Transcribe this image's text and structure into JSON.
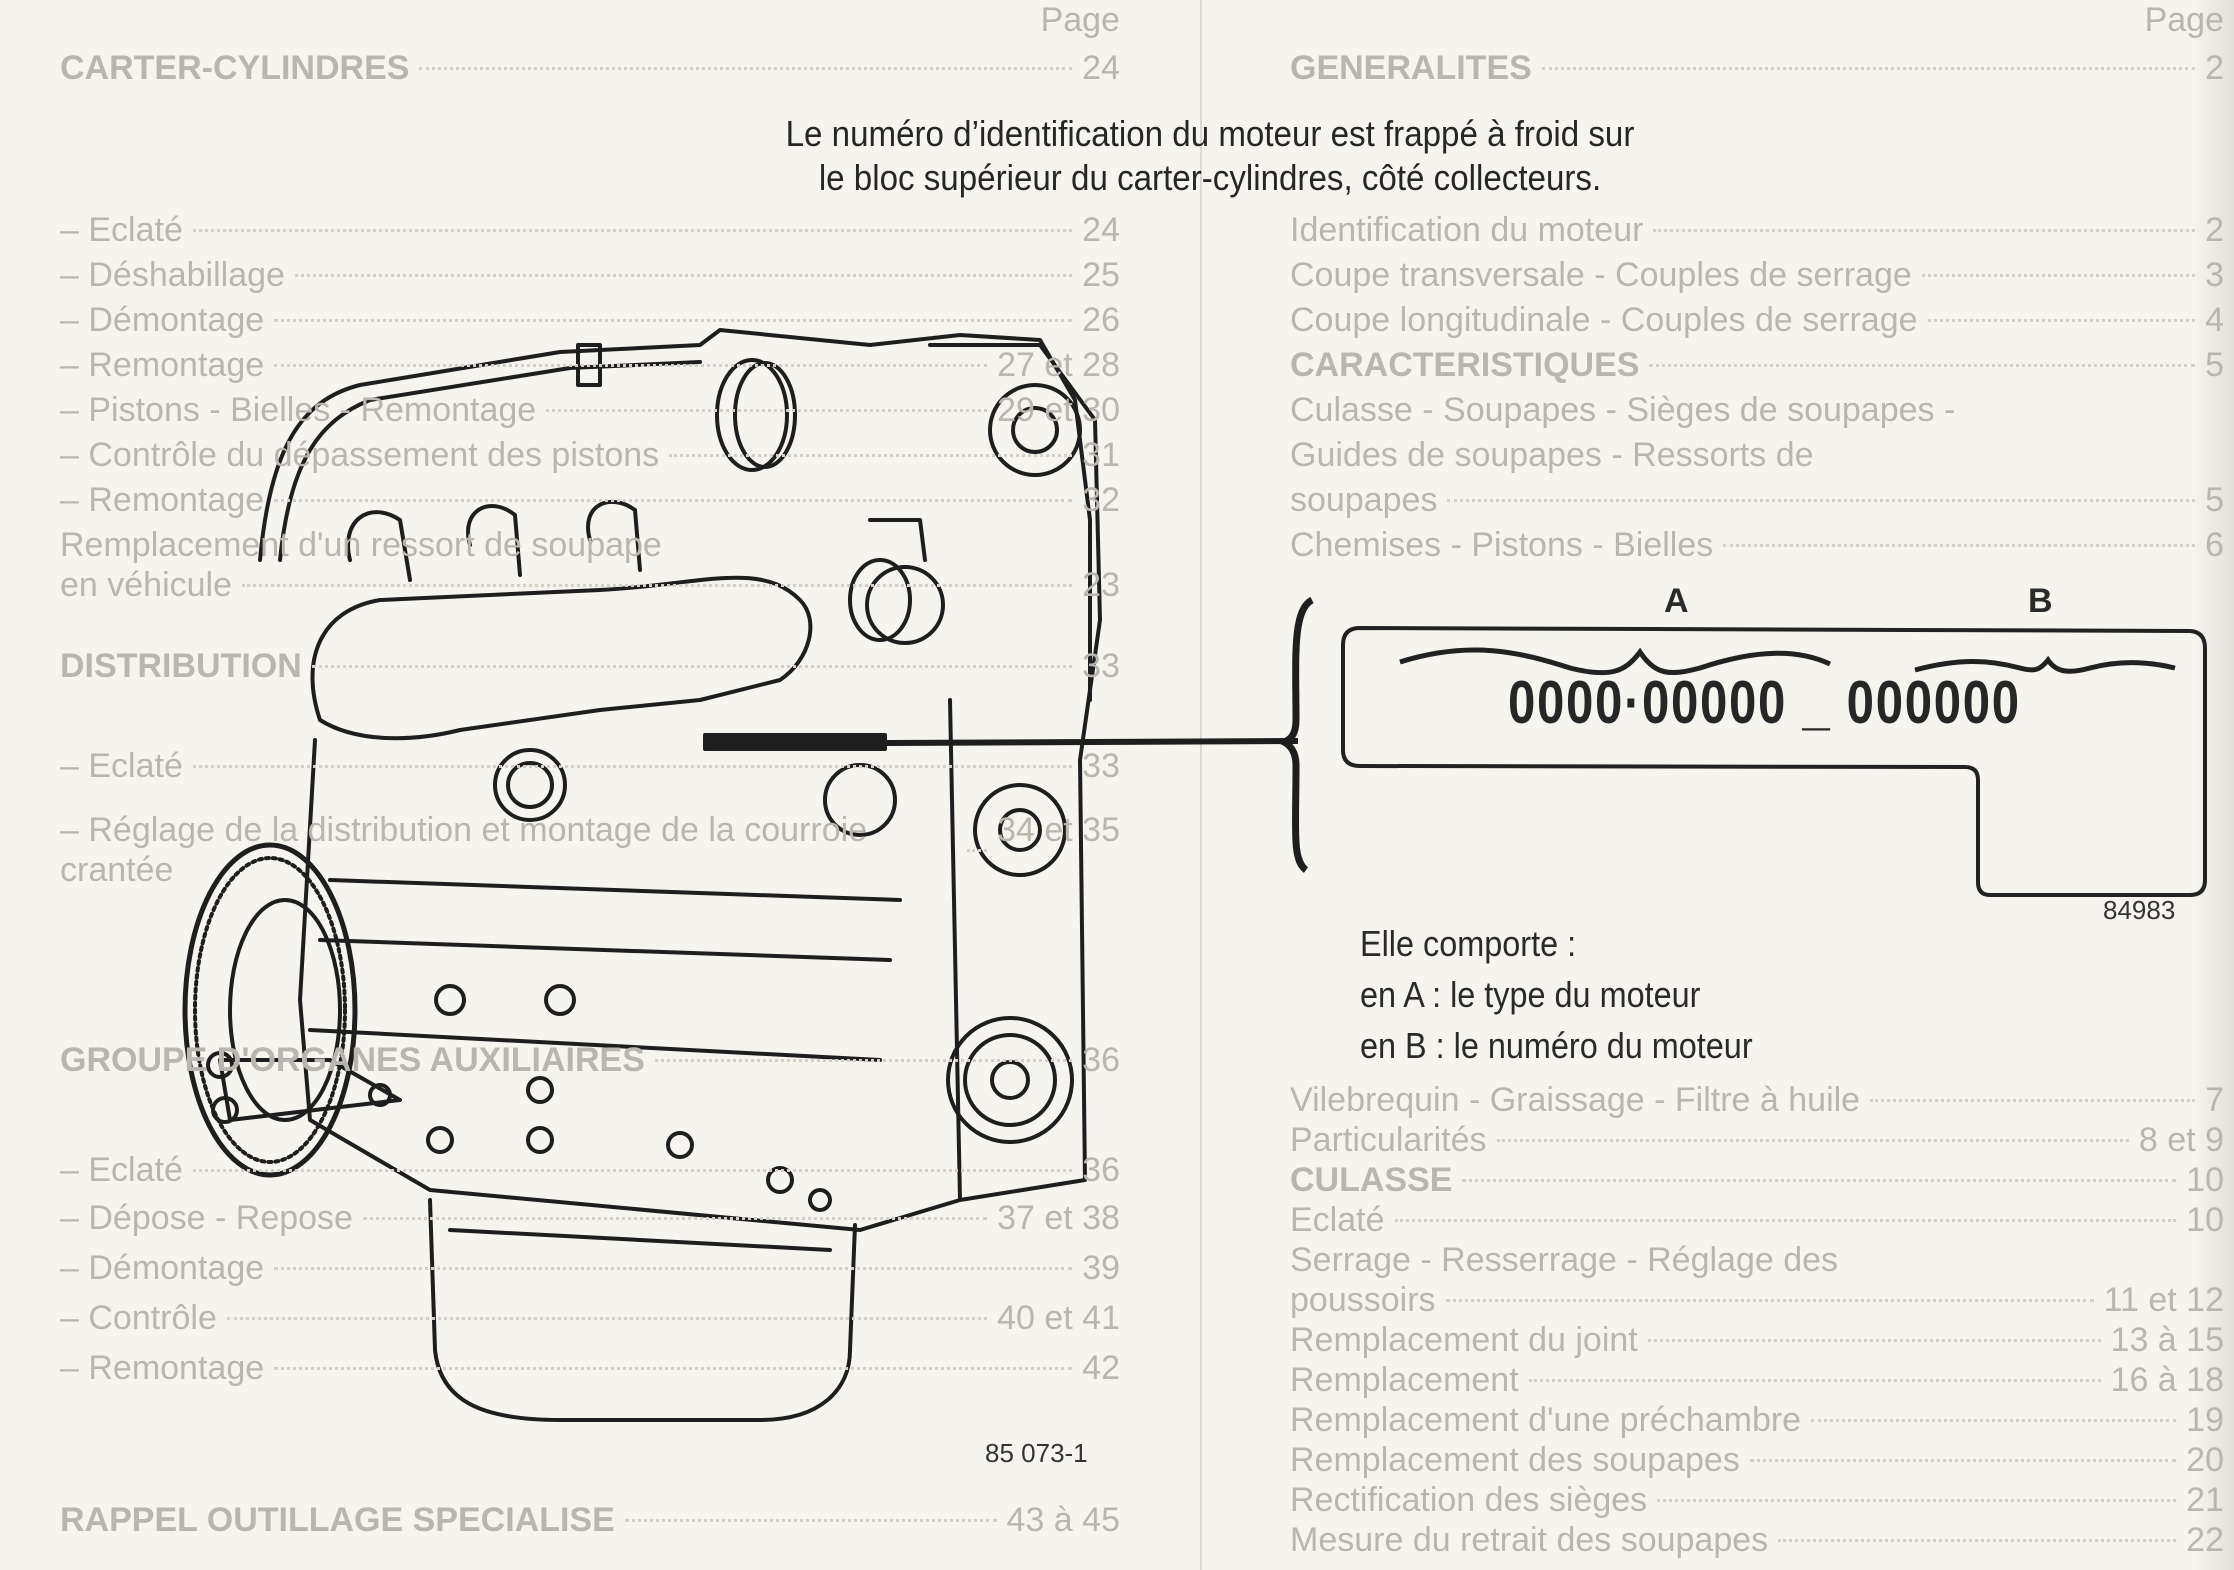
{
  "heading": {
    "line1": "Le numéro d’identification du moteur est frappé à froid sur",
    "line2": "le bloc supérieur du carter-cylindres, côté collecteurs."
  },
  "engine_figure": {
    "reference": "85 073-1"
  },
  "plate": {
    "label_a": "A",
    "label_b": "B",
    "number_a": "0000·00000",
    "separator": "_",
    "number_b": "000000",
    "reference": "84983"
  },
  "description": {
    "intro": "Elle comporte :",
    "line_a": "en A : le type du moteur",
    "line_b": "en B : le numéro du moteur"
  },
  "bleed_through": {
    "left": [
      {
        "t": "",
        "p": "Page"
      },
      {
        "t": "CARTER-CYLINDRES",
        "p": "24",
        "h": true
      },
      {
        "t": "– Eclaté",
        "p": "24"
      },
      {
        "t": "– Déshabillage",
        "p": "25"
      },
      {
        "t": "– Démontage",
        "p": "26"
      },
      {
        "t": "– Remontage",
        "p": "27 et 28"
      },
      {
        "t": "– Pistons - Bielles - Remontage",
        "p": "29 et 30"
      },
      {
        "t": "– Contrôle du dépassement des pistons",
        "p": "31"
      },
      {
        "t": "– Remontage",
        "p": "32"
      },
      {
        "t": "DISTRIBUTION",
        "p": "33",
        "h": true
      },
      {
        "t": "– Eclaté",
        "p": "33"
      },
      {
        "t": "– Réglage de la distribution et montage de la courroie crantée",
        "p": "34 et 35"
      },
      {
        "t": "GROUPE D'ORGANES AUXILIAIRES",
        "p": "36",
        "h": true
      },
      {
        "t": "– Eclaté",
        "p": "36"
      },
      {
        "t": "– Dépose - Repose",
        "p": "37 et 38"
      },
      {
        "t": "– Démontage",
        "p": "39"
      },
      {
        "t": "– Contrôle",
        "p": "40 et 41"
      },
      {
        "t": "– Remontage",
        "p": "42"
      },
      {
        "t": "RAPPEL OUTILLAGE SPECIALISE",
        "p": "43 à 45",
        "h": true
      }
    ],
    "right": [
      {
        "t": "",
        "p": "Page"
      },
      {
        "t": "GENERALITES",
        "p": "2",
        "h": true
      },
      {
        "t": "Identification du moteur",
        "p": "2"
      },
      {
        "t": "Coupe transversale - Couples de serrage",
        "p": "3"
      },
      {
        "t": "Coupe longitudinale - Couples de serrage",
        "p": "4"
      },
      {
        "t": "CARACTERISTIQUES",
        "p": "5",
        "h": true
      },
      {
        "t": "Culasse - Soupapes - Sièges de soupapes -",
        "p": ""
      },
      {
        "t": "Guides de soupapes - Ressorts de",
        "p": ""
      },
      {
        "t": "soupapes",
        "p": "5"
      },
      {
        "t": "Chemises - Pistons - Bielles",
        "p": "6"
      },
      {
        "t": "Vilebrequin - Graissage - Filtre à huile",
        "p": "7"
      },
      {
        "t": "Particularités",
        "p": "8 et 9"
      },
      {
        "t": "CULASSE",
        "p": "10",
        "h": true
      },
      {
        "t": "Eclaté",
        "p": "10"
      },
      {
        "t": "Serrage - Resserrage - Réglage des",
        "p": ""
      },
      {
        "t": "poussoirs",
        "p": "11 et 12"
      },
      {
        "t": "Remplacement du joint",
        "p": "13 à 15"
      },
      {
        "t": "Remplacement",
        "p": "16 à 18"
      },
      {
        "t": "Remplacement d'une préchambre",
        "p": "19"
      },
      {
        "t": "Remplacement des soupapes",
        "p": "20"
      },
      {
        "t": "Rectification des sièges",
        "p": "21"
      },
      {
        "t": "Mesure du retrait des soupapes",
        "p": "22"
      },
      {
        "t": "Remplacement d'un ressort de soupape",
        "p": ""
      },
      {
        "t": "en véhicule",
        "p": "23"
      }
    ]
  }
}
